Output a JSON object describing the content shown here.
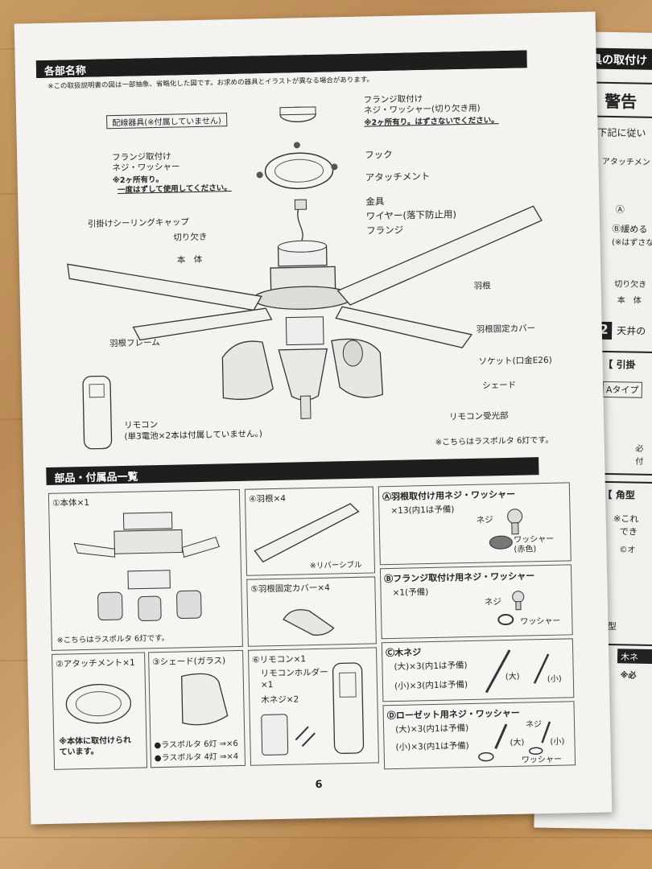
{
  "page": {
    "section1_title": "各部名称",
    "note": "※この取扱説明書の図は一部抽象、省略化した図です。お求めの器具とイラストが異なる場合があります。",
    "page_number": "6"
  },
  "diagram": {
    "wiring_box": "配線器具(※付属していません)",
    "flange_screw_top": "フランジ取付け\nネジ・ワッシャー(切り欠き用)",
    "flange_screw_top_note": "※2ヶ所有り。はずさないでください。",
    "flange_screw_left": "フランジ取付け\nネジ・ワッシャー",
    "flange_screw_left_note1": "※2ヶ所有り。",
    "flange_screw_left_note2": "一度はずして使用してください。",
    "hook": "フック",
    "attachment": "アタッチメント",
    "bracket": "金具",
    "cap": "引掛けシーリングキャップ",
    "wire": "ワイヤー(落下防止用)",
    "notch": "切り欠き",
    "flange": "フランジ",
    "body": "本　体",
    "blade": "羽根",
    "blade_cover": "羽根固定カバー",
    "blade_frame": "羽根フレーム",
    "socket": "ソケット(口金E26)",
    "shade": "シェード",
    "receiver": "リモコン受光部",
    "remote": "リモコン",
    "remote_note": "(単3電池×2本は付属していません。)",
    "model_note": "※こちらはラスポルタ 6灯です。"
  },
  "parts": {
    "section2_title": "部品・付属品一覧",
    "p1": "①本体×1",
    "p1_note": "※こちらはラスポルタ 6灯です。",
    "p2": "②アタッチメント×1",
    "p2_note": "※本体に取付けられ\nています。",
    "p3": "③シェード(ガラス)",
    "p3_a": "●ラスポルタ 6灯 ⇒×6",
    "p3_b": "●ラスポルタ 4灯 ⇒×4",
    "p4": "④羽根×4",
    "p4_note": "※リバーシブル",
    "p5": "⑤羽根固定カバー×4",
    "p6": "⑥リモコン×1",
    "p6_holder": "リモコンホルダー\n×1",
    "p6_screw": "木ネジ×2",
    "a_title": "Ⓐ羽根取付け用ネジ・ワッシャー",
    "a_qty": "×13(内1は予備)",
    "a_screw": "ネジ",
    "a_washer": "ワッシャー\n(赤色)",
    "b_title": "Ⓑフランジ取付け用ネジ・ワッシャー",
    "b_qty": "×1(予備)",
    "b_screw": "ネジ",
    "b_washer": "ワッシャー",
    "c_title": "Ⓒ木ネジ",
    "c_large": "(大)×3(内1は予備)",
    "c_small": "(小)×3(内1は予備)",
    "c_l": "(大)",
    "c_s": "(小)",
    "d_title": "Ⓓローゼット用ネジ・ワッシャー",
    "d_large": "(大)×3(内1は予備)",
    "d_small": "(小)×3(内1は予備)",
    "d_screw": "ネジ",
    "d_l": "(大)",
    "d_s": "(小)",
    "d_washer": "ワッシャー"
  },
  "right_page": {
    "title": "器具の取付け",
    "warning": "警告",
    "step1": "下記に従い",
    "attach": "アタッチメン",
    "a_mark": "Ⓐ",
    "b_text": "Ⓑ緩める",
    "b_note": "(※はずさな",
    "notch": "切り欠き",
    "body": "本　体",
    "step2": "天井の",
    "hook": "【 引掛",
    "a_type": "Aタイプ",
    "must": "必",
    "attach2": "付",
    "square": "【 角型",
    "this": "※これ",
    "can": "でき",
    "o": "©オ",
    "square2": "角型",
    "wood": "木ネ",
    "must2": "※必"
  }
}
